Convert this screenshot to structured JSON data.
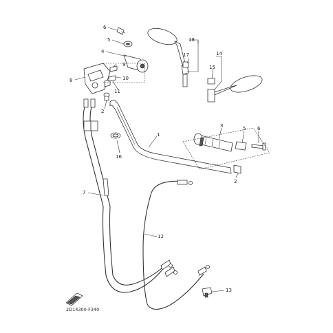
{
  "diagram_code": "2D14300-F340",
  "colors": {
    "line": "#333333",
    "fill_dark": "#555555",
    "background": "#ffffff"
  },
  "callouts": {
    "c1": "1",
    "c2a": "2",
    "c2b": "2",
    "c3": "3",
    "c4": "4",
    "c5a": "5",
    "c5b": "5",
    "c6a": "6",
    "c6b": "6",
    "c7": "7",
    "c8": "8",
    "c9": "9",
    "c10": "10",
    "c11": "11",
    "c12": "12",
    "c13": "13",
    "c14": "14",
    "c15": "15",
    "c16": "16",
    "c17": "17",
    "c18": "18"
  }
}
